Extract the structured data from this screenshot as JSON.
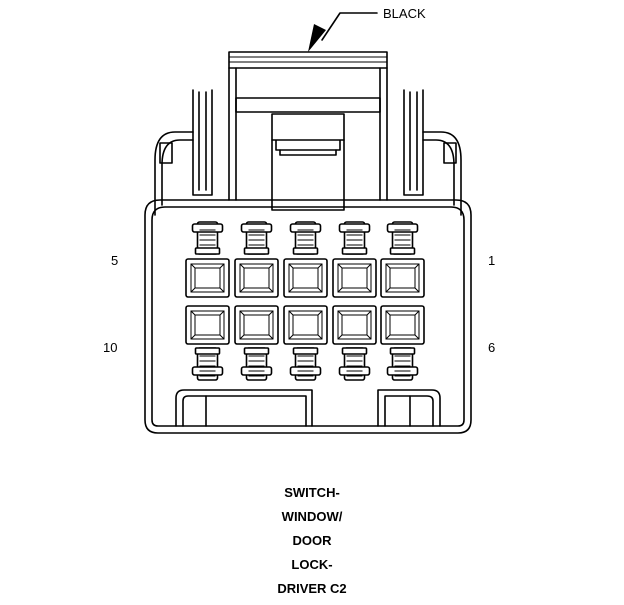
{
  "diagram": {
    "color_callout": "BLACK",
    "pin_labels": {
      "top_left": "5",
      "top_right": "1",
      "bottom_left": "10",
      "bottom_right": "6"
    },
    "caption_lines": [
      "SWITCH-",
      "WINDOW/",
      "DOOR",
      "LOCK-",
      "DRIVER C2"
    ],
    "pin_rows": 2,
    "pins_per_row": 5,
    "colors": {
      "line": "#000000",
      "background": "#ffffff"
    }
  }
}
